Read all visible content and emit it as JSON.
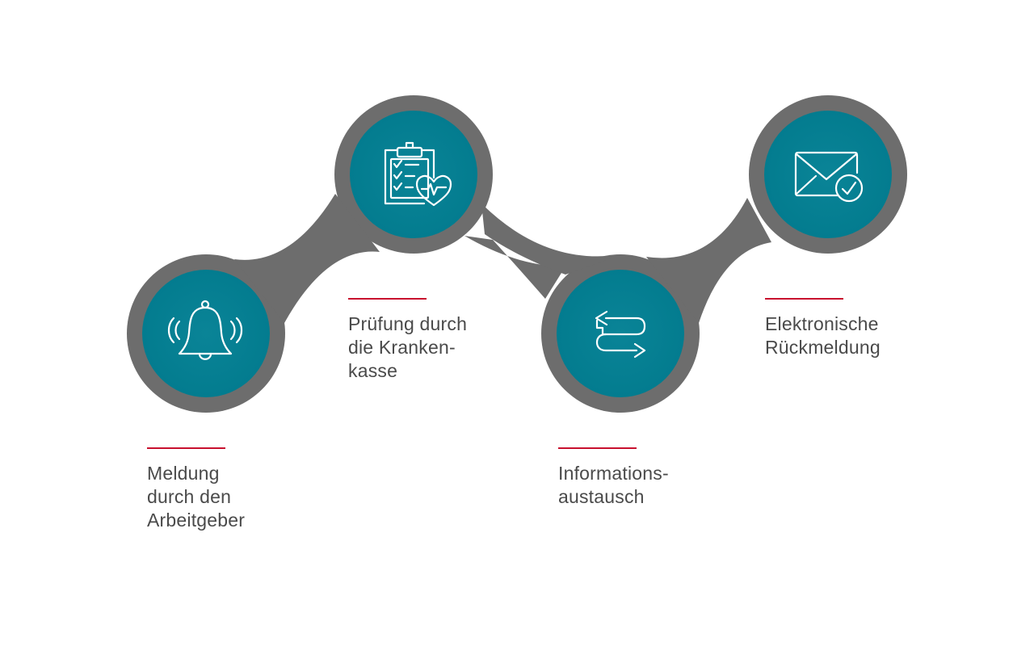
{
  "colors": {
    "track": "#6d6d6d",
    "node": "#037c8f",
    "icon": "#ffffff",
    "accent": "#c8102e",
    "text": "#4a4a4a"
  },
  "steps": [
    {
      "icon": "bell-icon",
      "label": "Meldung\ndurch den\nArbeitgeber"
    },
    {
      "icon": "clipboard-heart-icon",
      "label": "Prüfung durch\ndie Kranken-\nkasse"
    },
    {
      "icon": "exchange-arrows-icon",
      "label": "Informations-\naustausch"
    },
    {
      "icon": "mail-check-icon",
      "label": "Elektronische\nRückmeldung"
    }
  ]
}
